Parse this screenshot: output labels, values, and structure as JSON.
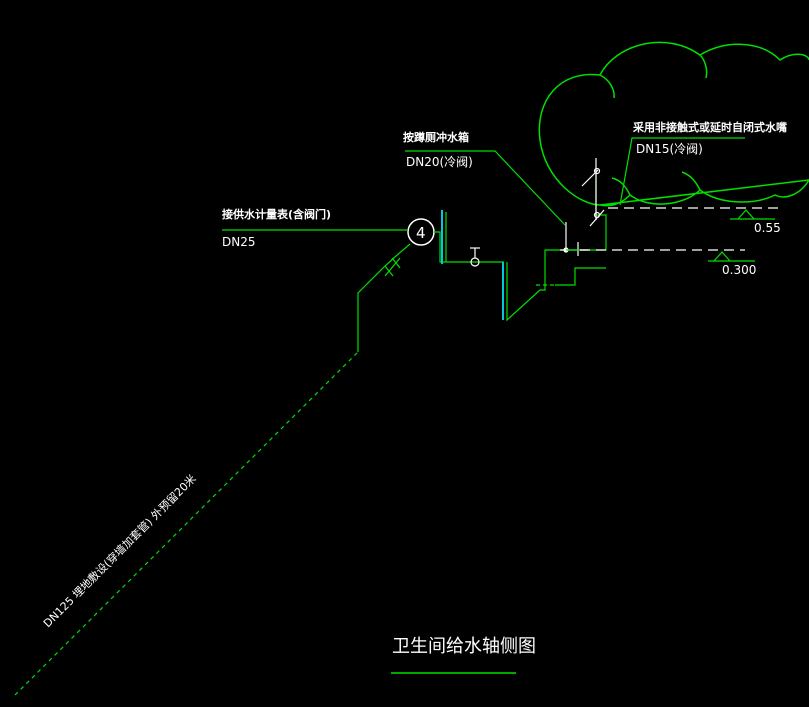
{
  "labels": {
    "meter_note": "接供水计量表(含阀门)",
    "meter_size": "DN25",
    "flush_note": "按蹲厕冲水箱",
    "flush_size": "DN20(冷阀)",
    "faucet_note": "采用非接触式或延时自闭式水嘴",
    "faucet_size": "DN15(冷阀)",
    "main_pipe_note": "DN125 埋地敷设(穿墙加套管) 外预留20米",
    "elev_high": "0.55",
    "elev_low": "0.300",
    "meter_symbol": "4"
  },
  "title": "卫生间给水轴侧图",
  "colors": {
    "pipe": "#00e000",
    "accent": "#00c8e0",
    "text": "#ffffff",
    "background": "#000000"
  }
}
